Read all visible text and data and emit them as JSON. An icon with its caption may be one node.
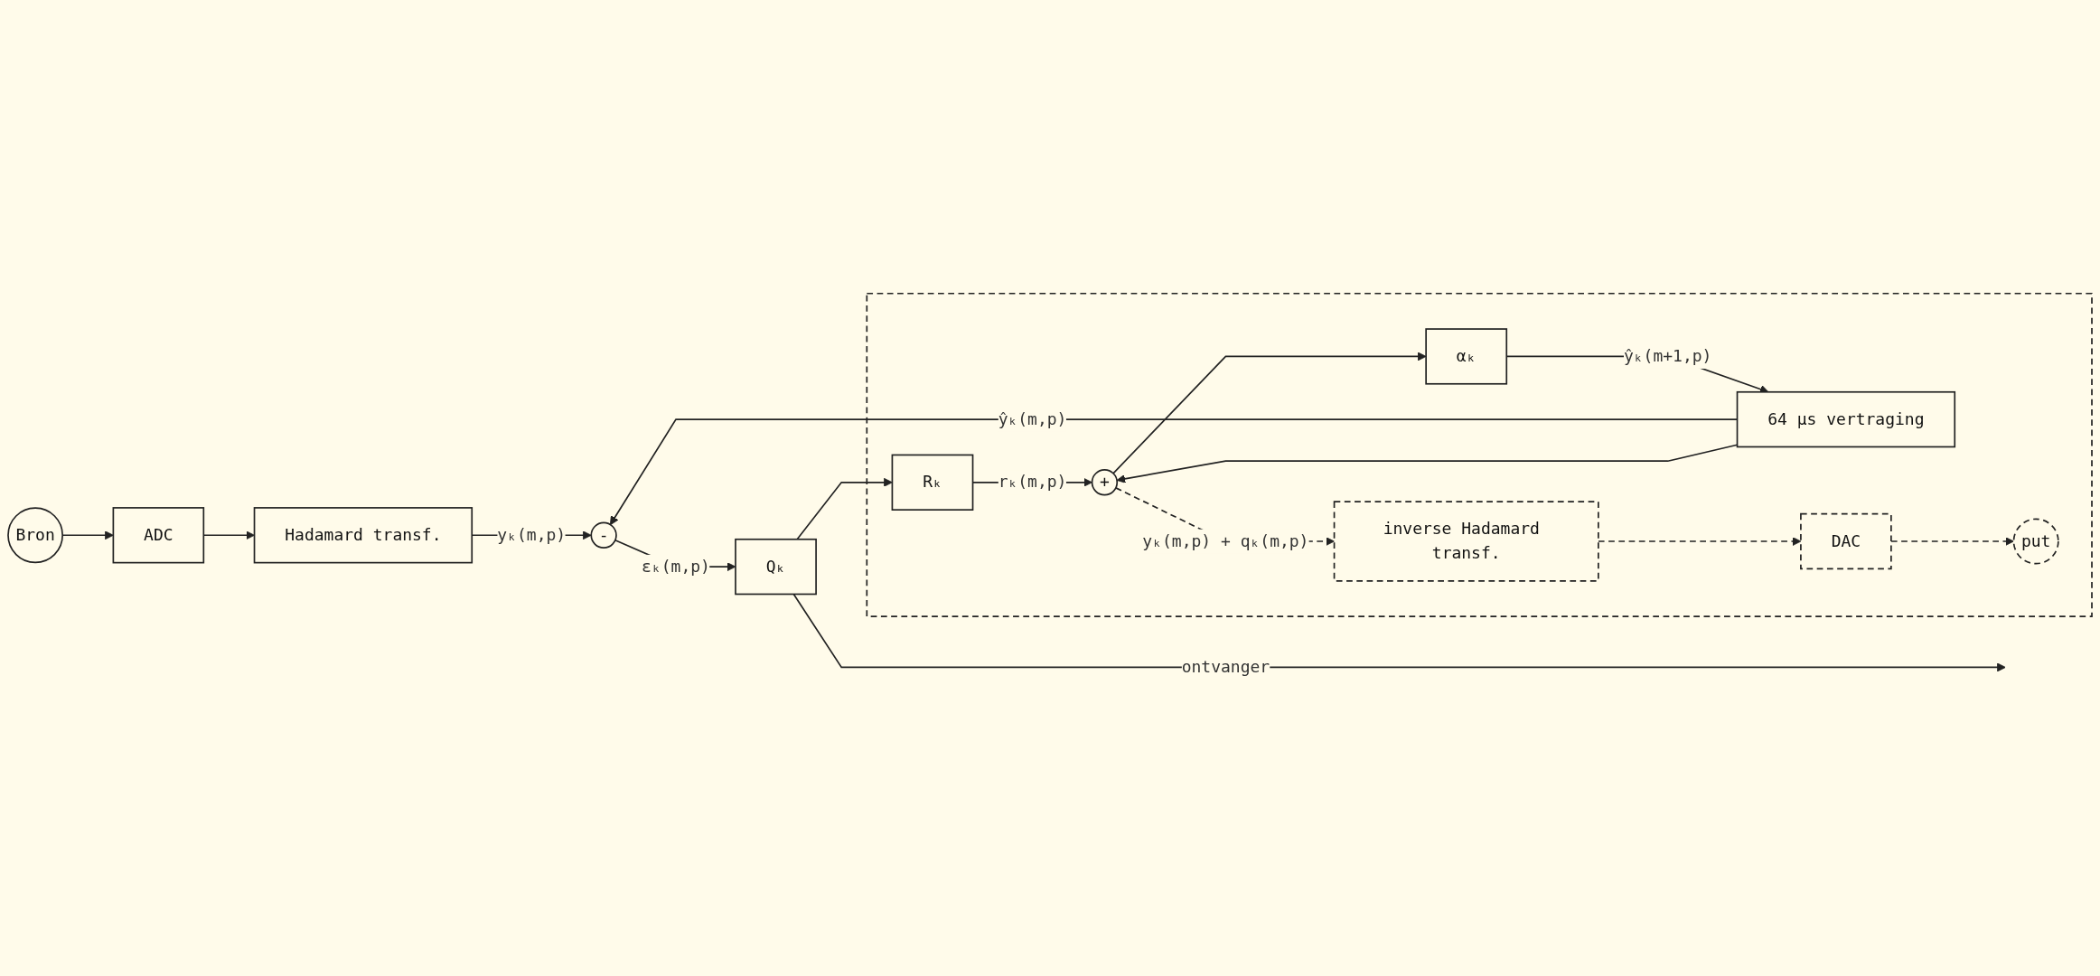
{
  "diagram": {
    "nodes": [
      {
        "text": [
          "Bron"
        ]
      },
      {
        "text": [
          "ADC"
        ]
      },
      {
        "text": [
          "Hadamard transf."
        ]
      },
      {
        "text": [
          "-"
        ]
      },
      {
        "text": [
          "Qₖ"
        ]
      },
      {
        "text": [],
        "shape": "box"
      },
      {
        "text": [
          "Rₖ"
        ],
        "in": 5
      },
      {
        "text": [
          "+"
        ],
        "in": 5
      },
      {
        "text": [
          "αₖ"
        ],
        "in": 5
      },
      {
        "text": [
          "64 μs vertraging"
        ],
        "in": 5
      },
      {
        "text": [
          "inverse Hadamard transf."
        ],
        "in": 5
      },
      {
        "text": [
          "DAC"
        ],
        "in": 5
      },
      {
        "text": [
          "put"
        ],
        "in": 5
      }
    ],
    "edges": [
      {
        "from": 0,
        "to": 1,
        "arrow": "to"
      },
      {
        "from": 1,
        "to": 2,
        "arrow": "to"
      },
      {
        "from": 2,
        "to": 3,
        "label": "yₖ(m,p)",
        "arrow": "to"
      },
      {
        "from": 3,
        "to": 4,
        "label": "εₖ(m,p)",
        "arrow": "to"
      },
      {
        "from": 4,
        "to": null,
        "label": "ontvanger",
        "arrow": "to"
      },
      {
        "from": 4,
        "to": 6,
        "arrow": "to"
      },
      {
        "from": 6,
        "to": 7,
        "label": "rₖ(m,p)",
        "arrow": "to"
      },
      {
        "from": 7,
        "to": 8,
        "arrow": "to"
      },
      {
        "from": 8,
        "to": 9,
        "label": "ŷₖ(m+1,p)",
        "arrow": "to"
      },
      {
        "from": 9,
        "to": 3,
        "label": "ŷₖ(m,p)",
        "arrow": "to"
      },
      {
        "from": 9,
        "to": 7,
        "arrow": "to"
      },
      {
        "from": 7,
        "to": 10,
        "label": "yₖ(m,p) + qₖ(m,p)",
        "arrow": "to",
        "style": "dashed"
      },
      {
        "from": 10,
        "to": 11,
        "arrow": "to",
        "style": "dashed"
      },
      {
        "from": 11,
        "to": 12,
        "arrow": "to",
        "style": "dashed"
      }
    ]
  }
}
